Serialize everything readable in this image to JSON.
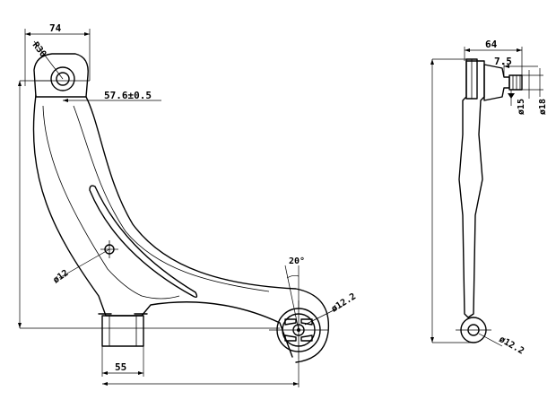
{
  "drawing": {
    "front_view": {
      "dim_top_width": "74",
      "dim_radius": "R30",
      "dim_offset": "57.6±0.5",
      "dim_hole": "ø12",
      "dim_angle": "20°",
      "dim_ball_hole": "ø12.2",
      "dim_bushing_width": "55"
    },
    "side_view": {
      "dim_total_width": "64",
      "dim_stud_length": "7.5",
      "dim_stud_dia_small": "ø15",
      "dim_stud_dia_large": "ø18",
      "dim_bottom_hole": "ø12.2"
    }
  }
}
